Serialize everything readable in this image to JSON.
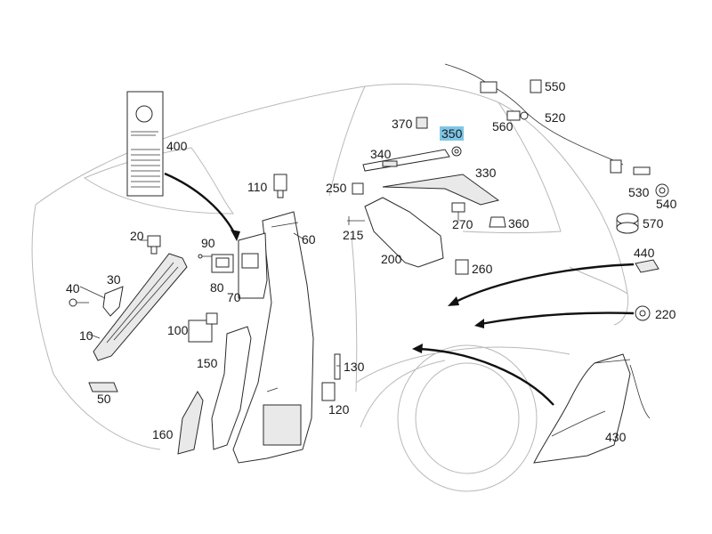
{
  "diagram": {
    "callouts": {
      "c10": "10",
      "c20": "20",
      "c30": "30",
      "c40": "40",
      "c50": "50",
      "c60": "60",
      "c70": "70",
      "c80": "80",
      "c90": "90",
      "c100": "100",
      "c110": "110",
      "c120": "120",
      "c130": "130",
      "c150": "150",
      "c160": "160",
      "c200": "200",
      "c215": "215",
      "c220": "220",
      "c250": "250",
      "c260": "260",
      "c270": "270",
      "c330": "330",
      "c340": "340",
      "c350": "350",
      "c360": "360",
      "c370": "370",
      "c400": "400",
      "c430": "430",
      "c440": "440",
      "c520": "520",
      "c530": "530",
      "c540": "540",
      "c550": "550",
      "c560": "560",
      "c570": "570"
    },
    "highlighted_part": "350",
    "colors": {
      "highlight": "#7fc6e6",
      "line": "#2a2a2a",
      "car_outline": "#b9b9b9"
    }
  }
}
